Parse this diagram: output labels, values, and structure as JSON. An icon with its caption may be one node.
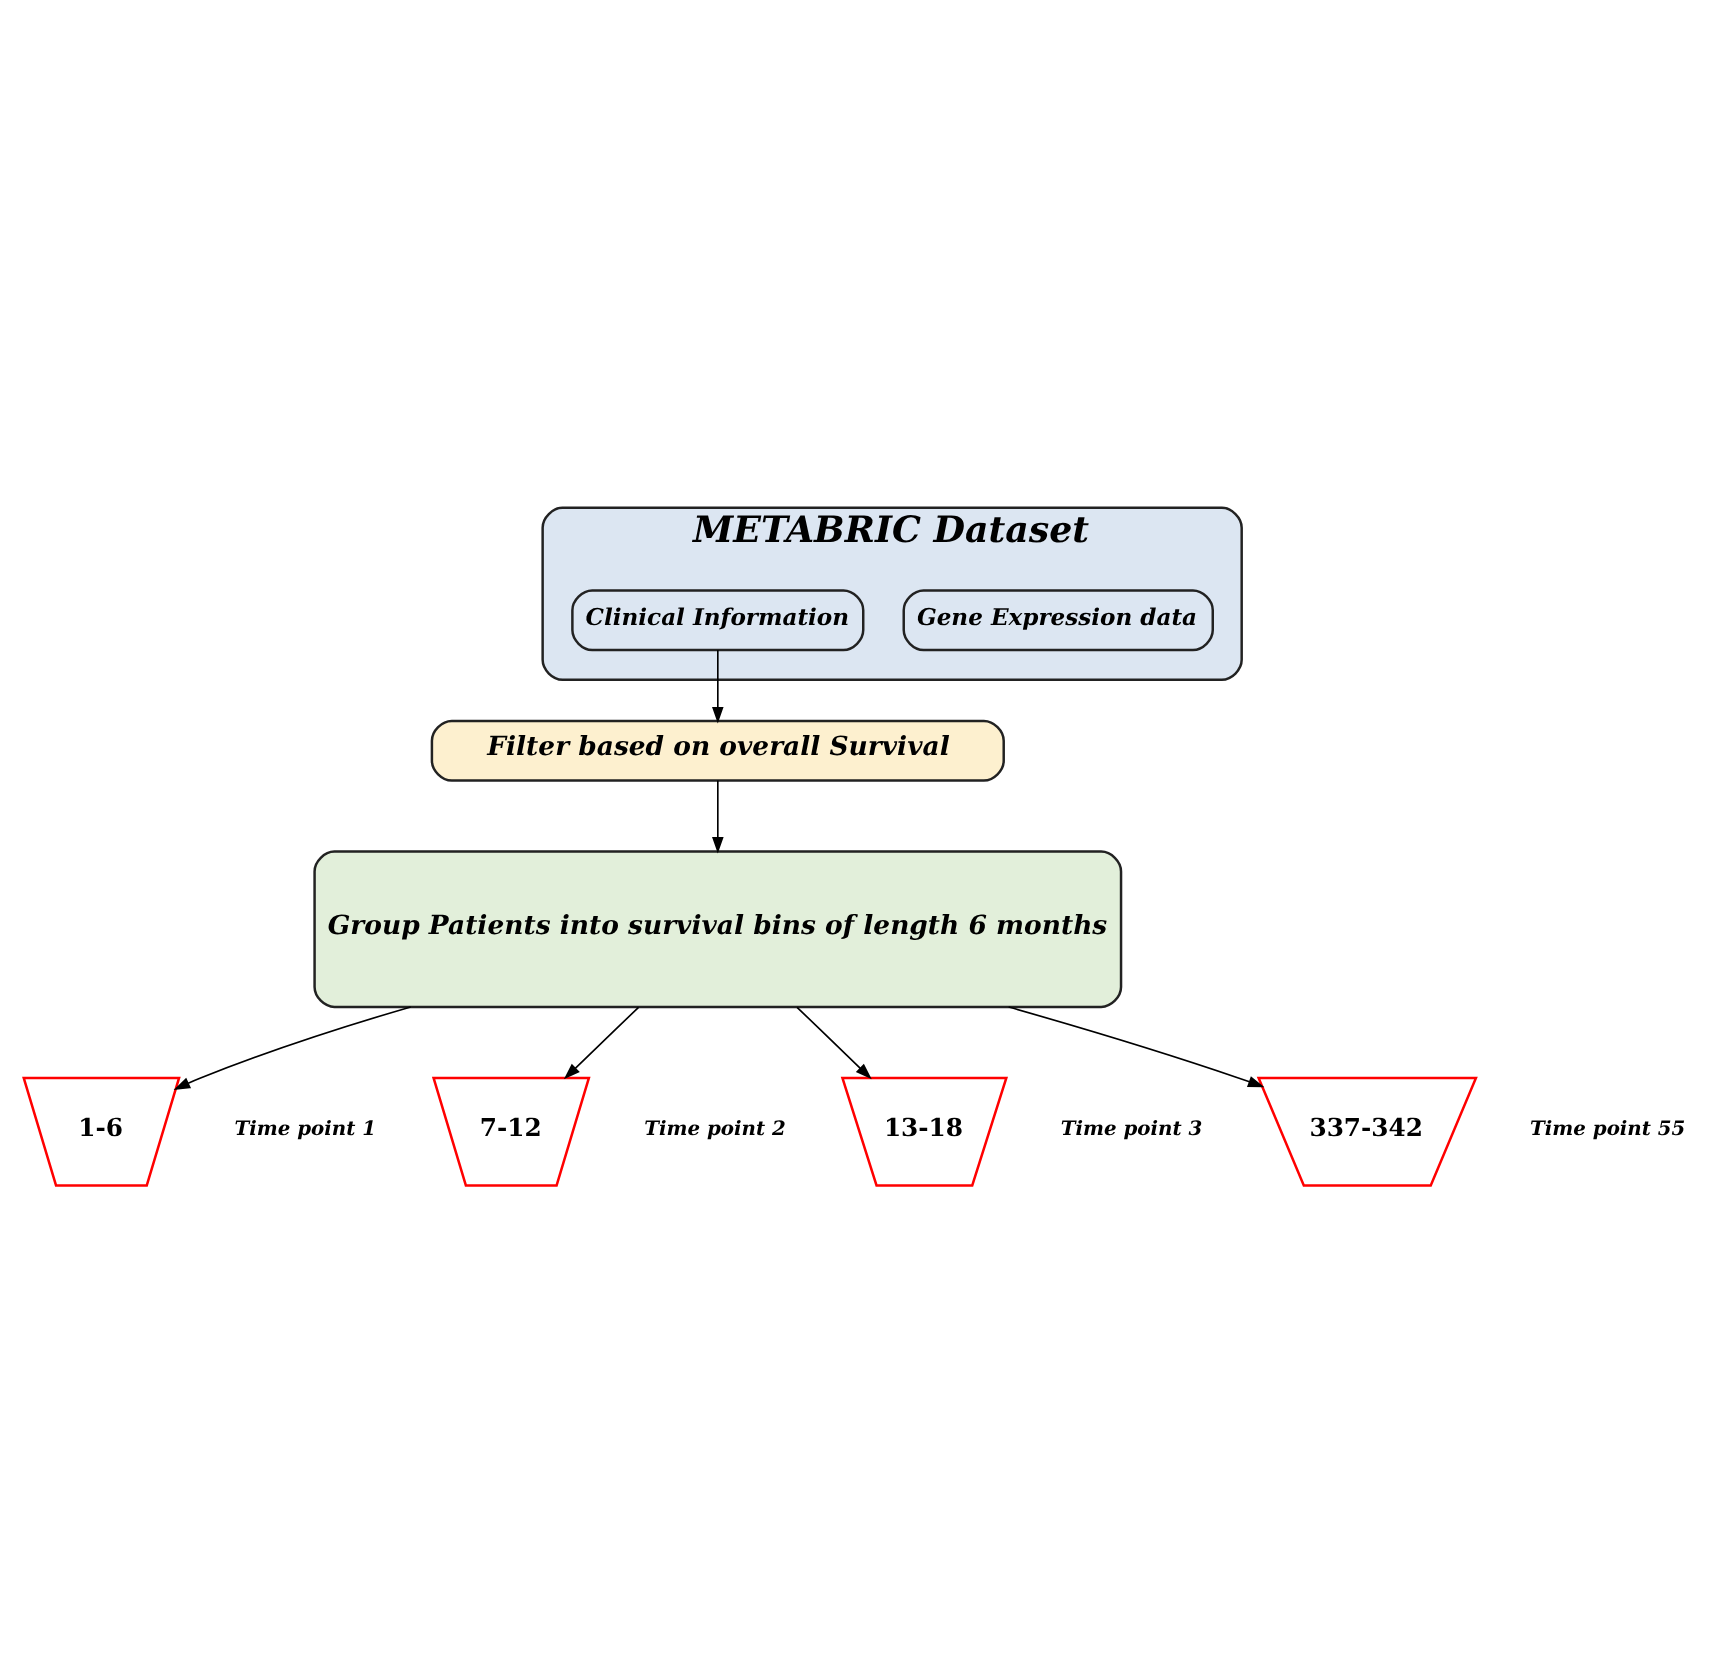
{
  "diagram": {
    "nodes": [
      {
        "text": [
          "METABRIC Dataset"
        ]
      },
      {
        "text": [
          "Clinical Information"
        ],
        "in": 0
      },
      {
        "text": [
          "Gene Expression data"
        ],
        "in": 0
      },
      {
        "text": [
          "Filter based on overall Survival"
        ]
      },
      {
        "text": [
          "Group Patients into survival bins of length 6 months"
        ]
      },
      {
        "text": [
          "1-6"
        ],
        "beside": [
          "Time point 1"
        ]
      },
      {
        "text": [
          "7-12"
        ],
        "beside": [
          "Time point 2"
        ]
      },
      {
        "text": [
          "13-18"
        ],
        "beside": [
          "Time point 3"
        ]
      },
      {
        "text": [
          "337-342"
        ],
        "beside": [
          "Time point 55"
        ]
      }
    ],
    "edges": [
      {
        "from": 1,
        "to": 3,
        "arrow": "to"
      },
      {
        "from": 3,
        "to": 4,
        "arrow": "to"
      },
      {
        "from": 4,
        "to": 5,
        "arrow": "to"
      },
      {
        "from": 4,
        "to": 6,
        "arrow": "to"
      },
      {
        "from": 4,
        "to": 7,
        "arrow": "to"
      },
      {
        "from": 4,
        "to": 8,
        "arrow": "to"
      }
    ]
  }
}
